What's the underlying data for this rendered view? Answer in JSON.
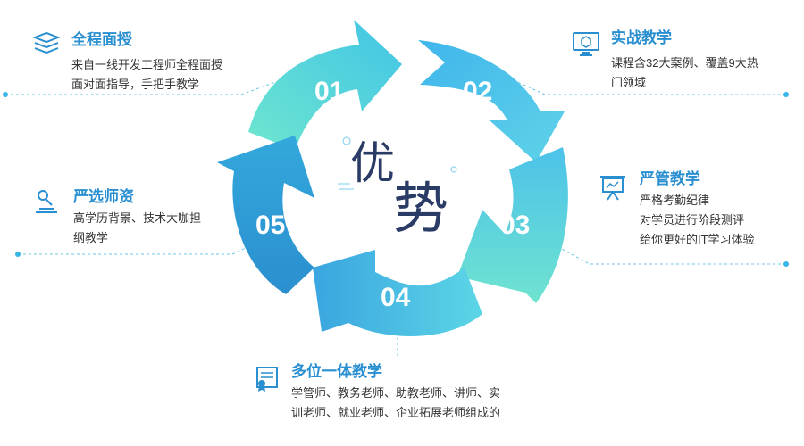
{
  "center": {
    "char1": "优",
    "char2": "势"
  },
  "segments": [
    {
      "number": "01"
    },
    {
      "number": "02"
    },
    {
      "number": "03"
    },
    {
      "number": "04"
    },
    {
      "number": "05"
    }
  ],
  "features": [
    {
      "title": "全程面授",
      "desc_lines": [
        "来自一线开发工程师全程面授",
        "面对面指导，手把手教学"
      ],
      "icon": "books-stack-icon"
    },
    {
      "title": "实战教学",
      "desc_lines": [
        "课程含32大案例、覆盖9大热",
        "门领域"
      ],
      "icon": "computer-cube-icon"
    },
    {
      "title": "严管教学",
      "desc_lines": [
        "严格考勤纪律",
        "对学员进行阶段测评",
        "给你更好的IT学习体验"
      ],
      "icon": "presentation-board-icon"
    },
    {
      "title": "多位一体教学",
      "desc_lines": [
        "学管师、教务老师、助教老师、讲师、实",
        "训老师、就业老师、企业拓展老师组成的"
      ],
      "icon": "certificate-scroll-icon"
    },
    {
      "title": "严选师资",
      "desc_lines": [
        "高学历背景、技术大咖担",
        "纲教学"
      ],
      "icon": "microscope-icon"
    }
  ],
  "colors": {
    "title": "#2a8fd0",
    "text": "#333333",
    "cyan": "#5fe0d0",
    "blue": "#2a8fd0",
    "dot": "#38b6e8"
  }
}
